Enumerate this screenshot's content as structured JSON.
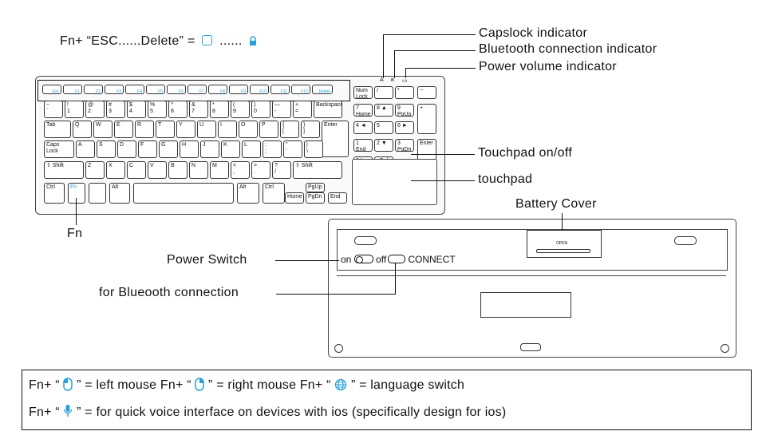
{
  "header_note": {
    "prefix": "Fn+ “ESC......Delete” =",
    "middle": "......"
  },
  "callouts": {
    "capslock": "Capslock indicator",
    "bluetooth": "Bluetooth connection indicator",
    "power_volume": "Power volume indicator",
    "touchpad_onoff": "Touchpad on/off",
    "touchpad": "touchpad",
    "battery_cover": "Battery Cover",
    "fn": "Fn",
    "power_switch": "Power  Switch",
    "bluetooth_conn": "for Blueooth connection"
  },
  "back_panel": {
    "on_label": "on",
    "off_label": "off",
    "connect_label": "CONNECT",
    "open_label": "OPEN"
  },
  "legend": {
    "line1_a": "Fn+ “",
    "line1_b": "” =   left mouse    Fn+ “",
    "line1_c": "” = right mouse  Fn+ “",
    "line1_d": "” =  language switch",
    "line2_a": "Fn+ “",
    "line2_b": "” =    for quick voice interface on devices with ios  (specifically design for ios)"
  },
  "keys": {
    "row1": [
      "Esc",
      "F1",
      "F2",
      "F3",
      "F4",
      "F5",
      "F6",
      "F7",
      "F8",
      "F9",
      "F10",
      "F11",
      "F12",
      "Delete"
    ],
    "row2": [
      [
        "~",
        "`"
      ],
      [
        "!",
        "1"
      ],
      [
        "@",
        "2"
      ],
      [
        "#",
        "3"
      ],
      [
        "$",
        "4"
      ],
      [
        "%",
        "5"
      ],
      [
        "^",
        "6"
      ],
      [
        "&",
        "7"
      ],
      [
        "*",
        "8"
      ],
      [
        "(",
        "9"
      ],
      [
        ")",
        "0"
      ],
      [
        "—",
        "-"
      ],
      [
        "+",
        "="
      ]
    ],
    "backspace": "Backspace",
    "tab": "Tab",
    "row3": [
      "Q",
      "W",
      "E",
      "R",
      "T",
      "Y",
      "U",
      "I",
      "O",
      "P"
    ],
    "row3_brackets": [
      [
        "{",
        "["
      ],
      [
        "}",
        "]"
      ]
    ],
    "enter": "Enter",
    "caps": "Caps Lock",
    "row4": [
      "A",
      "S",
      "D",
      "F",
      "G",
      "H",
      "J",
      "K",
      "L"
    ],
    "row4_punct": [
      [
        ":",
        ";"
      ],
      [
        "\"",
        "'"
      ],
      [
        "|",
        "\\"
      ]
    ],
    "shift": "⇧ Shift",
    "row5": [
      "Z",
      "X",
      "C",
      "V",
      "B",
      "N",
      "M"
    ],
    "row5_punct": [
      [
        "<",
        ","
      ],
      [
        ">",
        "."
      ],
      [
        "?",
        "/"
      ]
    ],
    "ctrl": "Ctrl",
    "fn": "Fn",
    "alt": "Alt",
    "pgup": "PgUp",
    "pgdn": "PgDn",
    "home": "Home",
    "end": "End",
    "num": [
      [
        "Num Lock",
        "/",
        "*",
        "−"
      ],
      [
        "7 Home",
        "8 ▲",
        "9 PgUp",
        "+"
      ],
      [
        "4 ◄",
        "5",
        "6 ►",
        ""
      ],
      [
        "1 End",
        "2 ▼",
        "3 PgDn",
        "Enter"
      ],
      [
        "0 Ins",
        ". Del",
        "",
        ""
      ]
    ]
  },
  "colors": {
    "accent": "#2aa0d8",
    "line": "#111111"
  }
}
